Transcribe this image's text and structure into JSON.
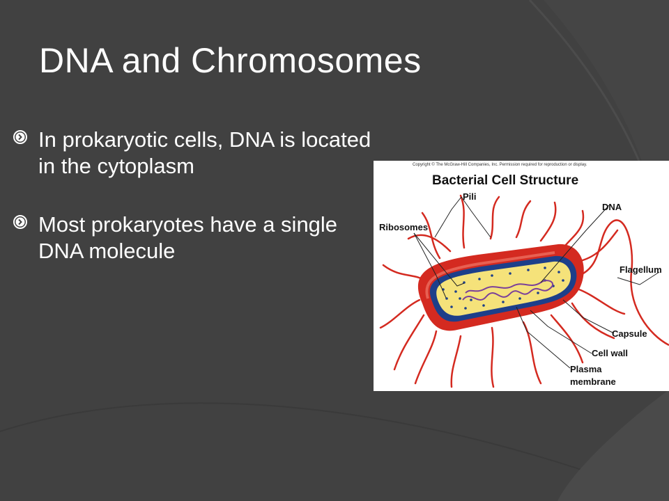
{
  "slide": {
    "title": "DNA and Chromosomes",
    "bullets": [
      {
        "icon": "circled-chevron-icon",
        "text": "In prokaryotic cells, DNA is located in the cytoplasm"
      },
      {
        "icon": "circled-chevron-icon",
        "text": "Most prokaryotes have a single DNA molecule"
      }
    ]
  },
  "figure": {
    "copyright": "Copyright © The McGraw-Hill Companies, Inc. Permission required for reproduction or display.",
    "title": "Bacterial Cell Structure",
    "labels": {
      "pili": "Pili",
      "dna": "DNA",
      "ribosomes": "Ribosomes",
      "flagellum": "Flagellum",
      "capsule": "Capsule",
      "cell_wall": "Cell wall",
      "plasma_membrane_1": "Plasma",
      "plasma_membrane_2": "membrane"
    }
  },
  "colors": {
    "background": "#414141",
    "arc": "#4b4b4b",
    "text": "#ffffff",
    "capsule": "#d42a20",
    "cell_wall": "#1d3f8a",
    "cytoplasm": "#f5e27a",
    "dna": "#7a3f9a"
  }
}
